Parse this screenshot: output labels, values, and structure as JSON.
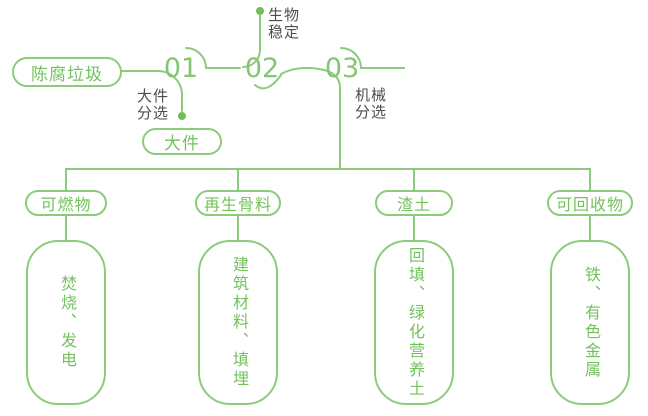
{
  "colors": {
    "line_green": "#8ccb7b",
    "text_green": "#74c25d",
    "number_green": "#85c671",
    "dot_green": "#6fbe58",
    "label_dark": "#4e4e4e",
    "background": "#ffffff"
  },
  "flow": {
    "source": "陈腐垃圾",
    "stages": [
      {
        "number": "01",
        "label": "大件\n分选",
        "output": "大件"
      },
      {
        "number": "02",
        "label": "生物\n稳定"
      },
      {
        "number": "03",
        "label": "机械\n分选"
      }
    ],
    "outputs": [
      {
        "category": "可燃物",
        "use": "焚烧、发电"
      },
      {
        "category": "再生骨料",
        "use": "建筑材料、填埋"
      },
      {
        "category": "渣土",
        "use": "回填、绿化营养土"
      },
      {
        "category": "可回收物",
        "use": "铁、有色金属"
      }
    ]
  }
}
